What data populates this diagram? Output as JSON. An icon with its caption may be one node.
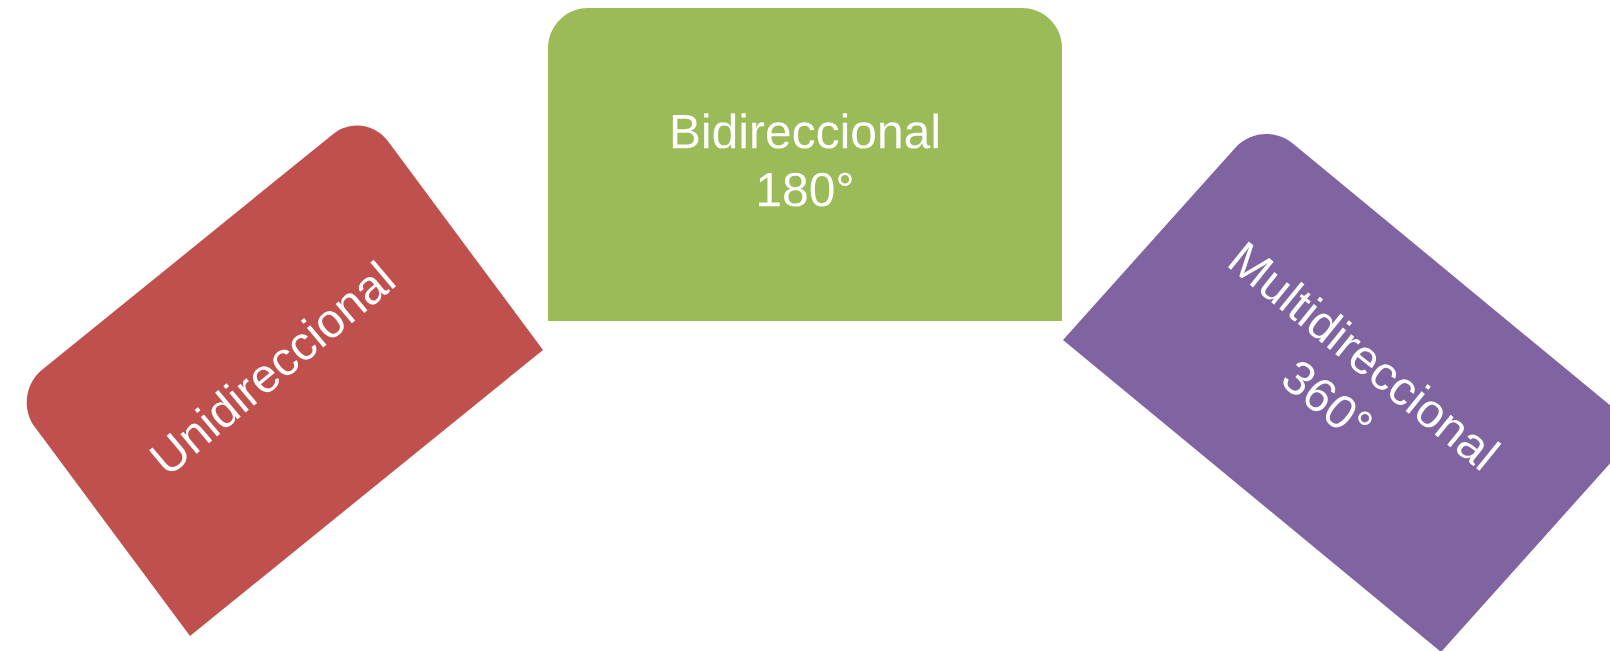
{
  "diagram": {
    "nodes": [
      {
        "text": [
          "Unidireccional"
        ]
      },
      {
        "text": [
          "Bidireccional 180°"
        ]
      },
      {
        "text": [
          "Multidireccional 360°"
        ]
      }
    ]
  }
}
